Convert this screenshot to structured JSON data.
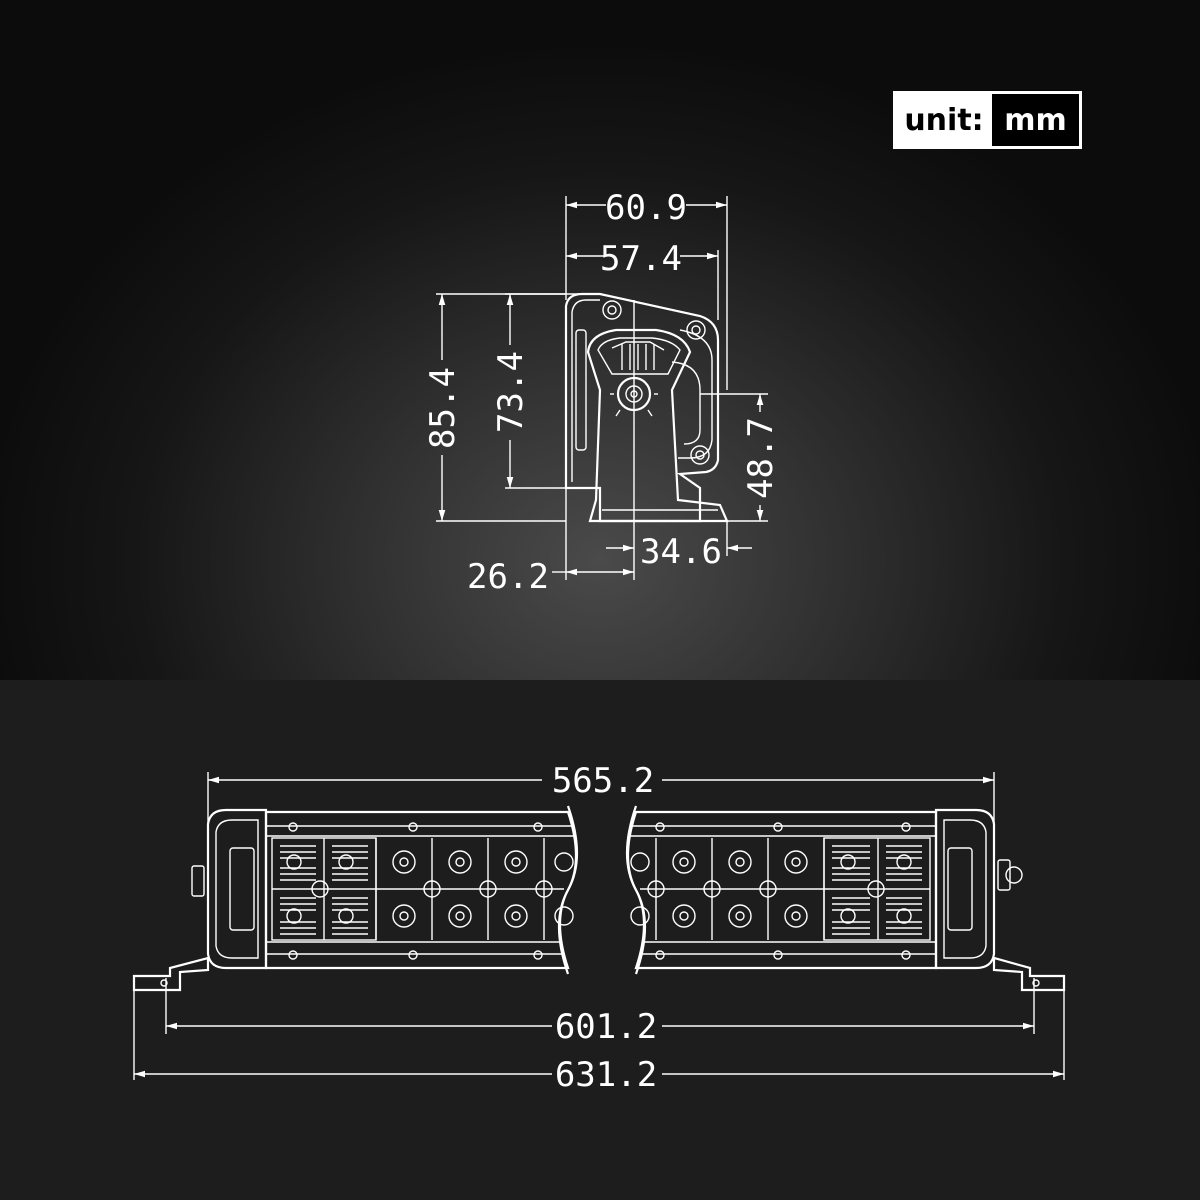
{
  "unit": {
    "label": "unit:",
    "value": "mm"
  },
  "side_view": {
    "width_total": "60.9",
    "width_inner": "57.4",
    "height_total": "85.4",
    "height_body": "73.4",
    "height_mount": "48.7",
    "offset_left": "26.2",
    "offset_right": "34.6"
  },
  "front_view": {
    "length_body": "565.2",
    "length_holes": "601.2",
    "length_total": "631.2"
  }
}
